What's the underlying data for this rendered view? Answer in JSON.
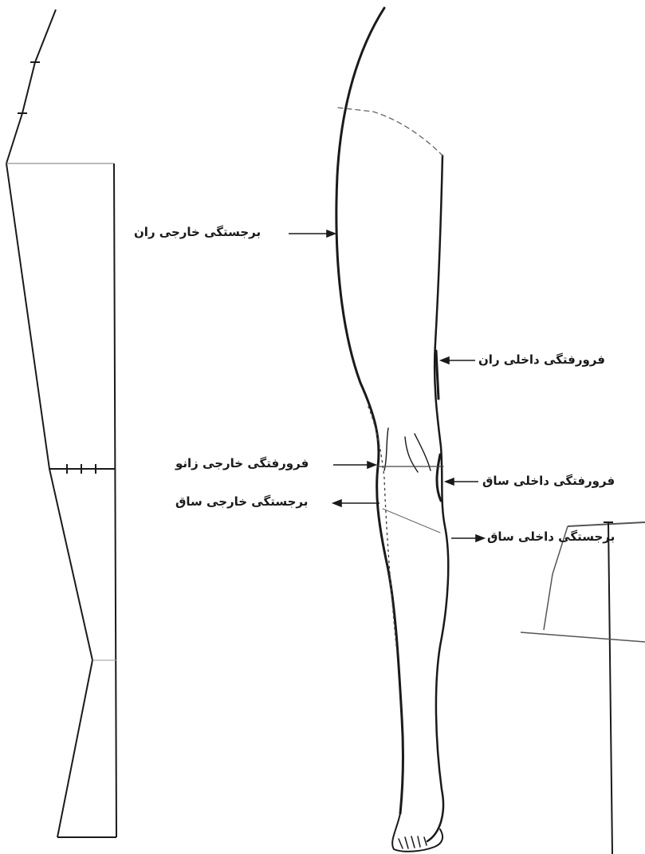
{
  "labels": {
    "outer_thigh_bulge": "برجستگی خارجی ران",
    "inner_thigh_hollow": "فرورفتگی داخلی ران",
    "outer_knee_hollow": "فرورفتگی خارجی زانو",
    "inner_shin_hollow": "فرورفتگی داخلی ساق",
    "outer_shin_bulge": "برجستگی خارجی ساق",
    "inner_shin_bulge": "برجستگی داخلی ساق"
  },
  "colors": {
    "line": "#1a1a1a",
    "guide": "#555555",
    "background": "#ffffff"
  }
}
